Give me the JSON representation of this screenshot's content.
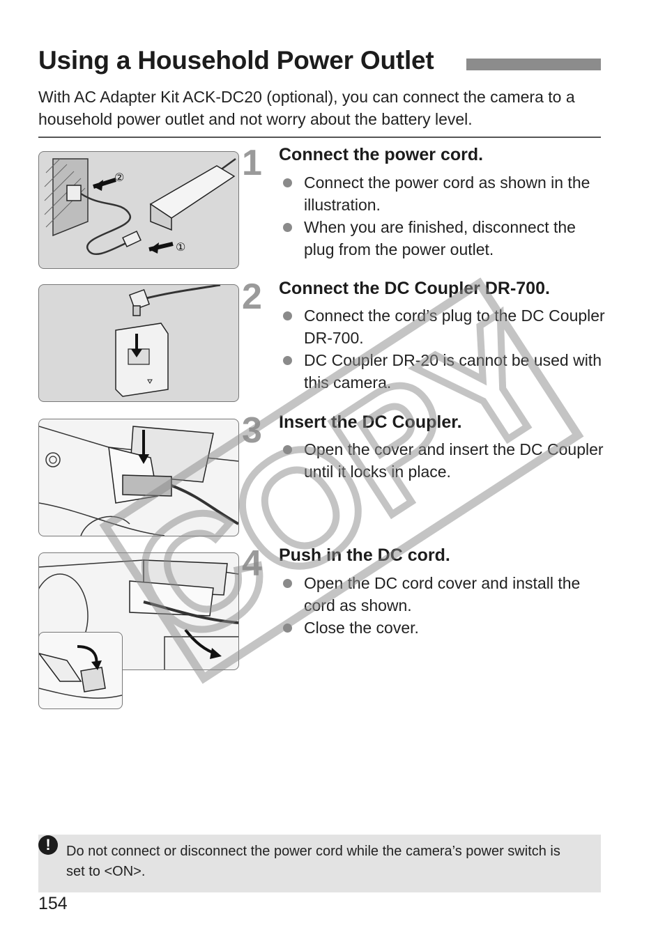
{
  "page": {
    "title": "Using a Household Power Outlet",
    "intro": "With AC Adapter Kit ACK-DC20 (optional), you can connect the camera to a household power outlet and not worry about the battery level.",
    "page_number": "154"
  },
  "steps": [
    {
      "number": "1",
      "title": "Connect the power cord.",
      "bullets": [
        "Connect the power cord as shown in the illustration.",
        "When you are finished, disconnect the plug from the power outlet."
      ],
      "callouts": [
        "②",
        "①"
      ]
    },
    {
      "number": "2",
      "title": "Connect the DC Coupler DR-700.",
      "bullets": [
        "Connect the cord’s plug to the DC Coupler DR-700.",
        "DC Coupler DR-20 is cannot be used with this camera."
      ]
    },
    {
      "number": "3",
      "title": "Insert the DC Coupler.",
      "bullets": [
        "Open the cover and insert the DC Coupler until it locks in place."
      ]
    },
    {
      "number": "4",
      "title": "Push in the DC cord.",
      "bullets": [
        "Open the DC cord cover and install the cord as shown.",
        "Close the cover."
      ]
    }
  ],
  "caution": {
    "icon": "caution-icon",
    "text": "Do not connect or disconnect the power cord while the camera’s power switch is set to <ON>."
  },
  "watermark": "COPY",
  "colors": {
    "illustration_bg": "#d9d9d9",
    "step_number": "#9a9a9a",
    "caution_bg": "#e3e3e3",
    "title_bar": "#8c8c8c"
  }
}
